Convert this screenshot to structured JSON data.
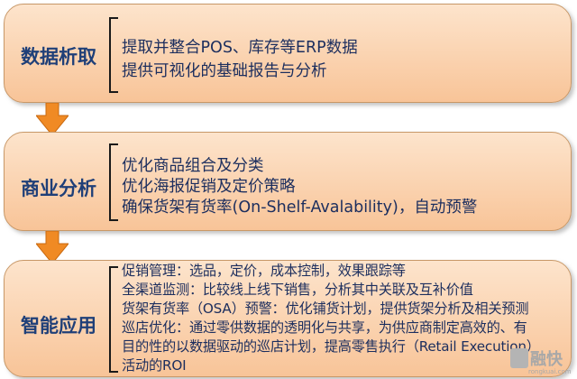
{
  "colors": {
    "panel_fill_top": "#fde4cc",
    "panel_fill_bottom": "#f8c498",
    "label_text": "#1f3f78",
    "item_text": "#1c2e5e",
    "arrow": "#f08a24"
  },
  "sections": [
    {
      "title": "数据析取",
      "items": [
        "提取并整合POS、库存等ERP数据",
        "提供可视化的基础报告与分析"
      ]
    },
    {
      "title": "商业分析",
      "items": [
        "优化商品组合及分类",
        "优化海报促销及定价策略",
        "确保货架有货率(On-Shelf-Avalability)，自动预警"
      ]
    },
    {
      "title": "智能应用",
      "items": [
        "促销管理：选品，定价，成本控制，效果跟踪等",
        "全渠道监测：比较线上线下销售，分析其中关联及互补价值",
        "货架有货率（OSA）预警：优化铺货计划，提供货架分析及相关预测",
        "巡店优化：通过零供数据的透明化与共享，为供应商制定高效的、有",
        "目的性的以数据驱动的巡店计划，提高零售执行（Retail Execution）",
        "活动的ROI"
      ]
    }
  ],
  "watermark": {
    "name": "融快",
    "url": "rongkuai.com",
    "icon": "brand-logo-icon"
  }
}
